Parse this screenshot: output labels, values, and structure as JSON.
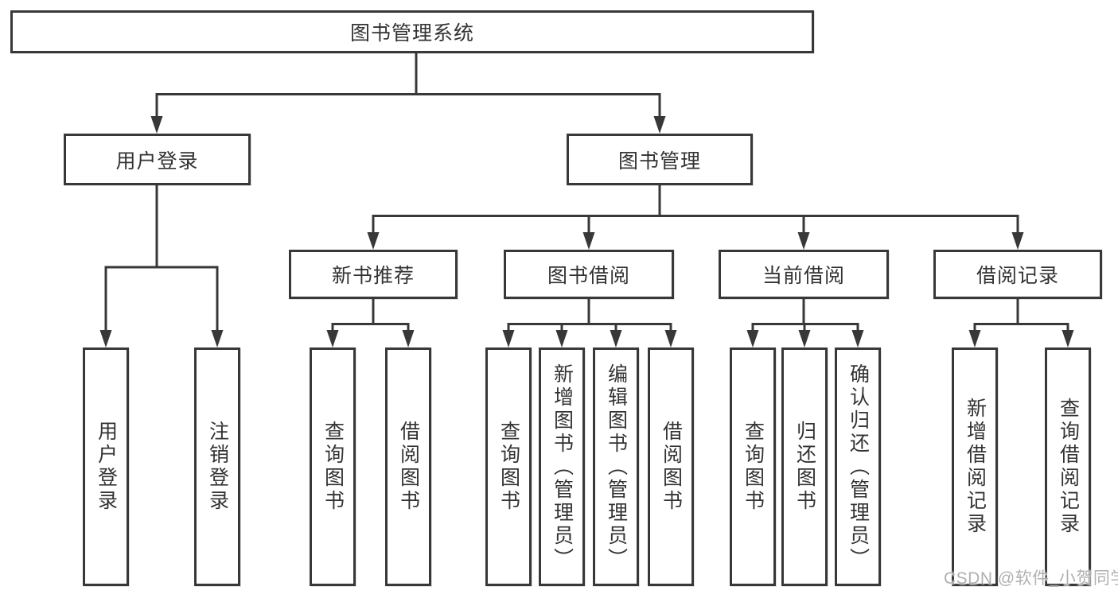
{
  "tree": {
    "label": "图书管理系统",
    "children": [
      {
        "label": "用户登录",
        "children": [
          {
            "label": "用户登录"
          },
          {
            "label": "注销登录"
          }
        ]
      },
      {
        "label": "图书管理",
        "children": [
          {
            "label": "新书推荐",
            "children": [
              {
                "label": "查询图书"
              },
              {
                "label": "借阅图书"
              }
            ]
          },
          {
            "label": "图书借阅",
            "children": [
              {
                "label": "查询图书"
              },
              {
                "label": "新增图书（管理员）"
              },
              {
                "label": "编辑图书（管理员）"
              },
              {
                "label": "借阅图书"
              }
            ]
          },
          {
            "label": "当前借阅",
            "children": [
              {
                "label": "查询图书"
              },
              {
                "label": "归还图书"
              },
              {
                "label": "确认归还（管理员）"
              }
            ]
          },
          {
            "label": "借阅记录",
            "children": [
              {
                "label": "新增借阅记录"
              },
              {
                "label": "查询借阅记录"
              }
            ]
          }
        ]
      }
    ]
  },
  "watermark": "CSDN @软件_小贺同学",
  "colors": {
    "line": "#383838",
    "text": "#333333",
    "watermark": "#b0b0b0",
    "background": "#ffffff"
  }
}
